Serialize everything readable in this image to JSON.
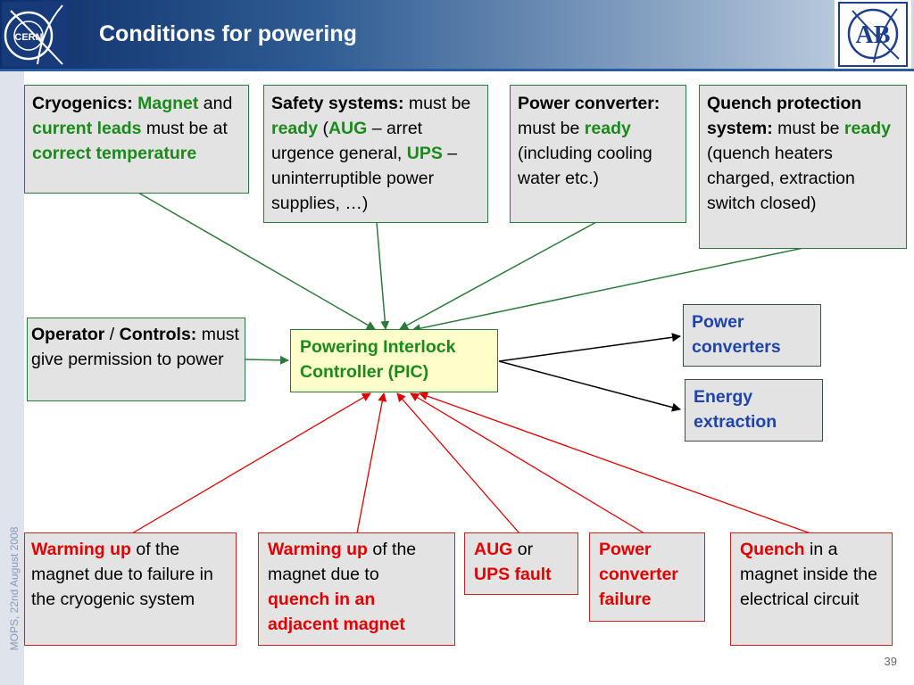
{
  "title": "Conditions for powering",
  "footer": {
    "side_text": "MOPS, 22nd August 2008",
    "page_number": "39"
  },
  "logos": {
    "left": "CERN",
    "right": "AB"
  },
  "colors": {
    "header": "#1f4a84",
    "green_text": "#1a8a1a",
    "red_text": "#e00000",
    "blue_text": "#1f44a8",
    "pic_fill": "#ffffcc",
    "box_fill": "#e3e3e3"
  },
  "conditions": {
    "cryogenics": {
      "a": "Cryogenics: ",
      "b": "Magnet",
      "c": " and ",
      "d": "current leads",
      "e": " must be at ",
      "f": "correct temperature"
    },
    "safety": {
      "a": "Safety systems:",
      "b": " must be ",
      "c": "ready",
      "d": " (",
      "e": "AUG",
      "f": " – arret urgence general, ",
      "g": "UPS",
      "h": " – uninterruptible power supplies, …)"
    },
    "power_converter": {
      "a": "Power converter:",
      "b": " must be ",
      "c": "ready",
      "d": " (including cooling water etc.)"
    },
    "quench_protection": {
      "a": "Quench protection system:",
      "b": " must be ",
      "c": "ready",
      "d": " (quench heaters charged, extraction switch closed)"
    },
    "operator": {
      "a": "Operator",
      "b": " / ",
      "c": "Controls:",
      "d": " must give permission to power"
    }
  },
  "pic": {
    "label": "Powering Interlock Controller (PIC)"
  },
  "outputs": {
    "power_converters": "Power converters",
    "energy_extraction": "Energy extraction"
  },
  "failures": {
    "warming_cryo": {
      "a": "Warming up",
      "b": " of the magnet due to failure in the cryogenic system"
    },
    "warming_quench": {
      "a": "Warming up",
      "b": " of the magnet due to ",
      "c": "quench in an adjacent magnet"
    },
    "aug_ups": {
      "a": "AUG",
      "b": " or ",
      "c": "UPS fault"
    },
    "pc_failure": {
      "a": "Power converter failure"
    },
    "quench": {
      "a": "Quench",
      "b": " in a magnet inside the electrical circuit"
    }
  }
}
